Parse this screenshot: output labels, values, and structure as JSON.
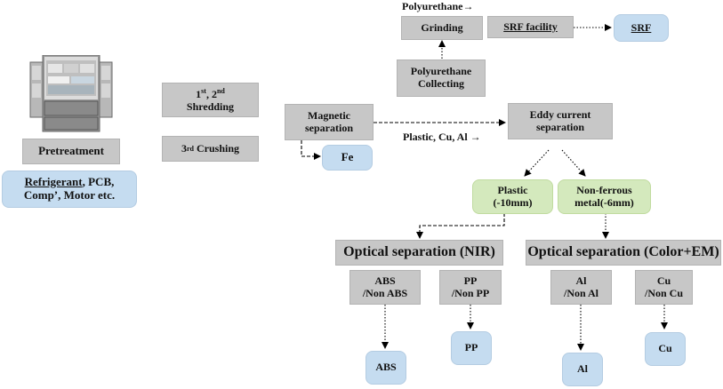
{
  "pretreatment": {
    "title": "Pretreatment",
    "items_line1_underlined": "Refrigerant",
    "items_line1_rest": ", PCB,",
    "items_line2": "Comp’, Motor etc."
  },
  "shredding": {
    "line1_first": "1",
    "line1_first_sup": "st",
    "line1_sep": ", 2",
    "line1_second_sup": "nd",
    "line2": "Shredding"
  },
  "crushing": {
    "num": "3",
    "sup": "rd",
    "label": " Crushing"
  },
  "magnetic": {
    "line1": "Magnetic",
    "line2": "separation"
  },
  "fe": "Fe",
  "polyurethane_arrow_label": "Polyurethane→",
  "grinding": "Grinding",
  "pu_collecting": {
    "line1": "Polyurethane",
    "line2": "Collecting"
  },
  "srf_facility": "SRF facility",
  "srf": "SRF",
  "eddy": {
    "line1": "Eddy current",
    "line2": "separation"
  },
  "plastic_cu_al_label": "Plastic, Cu, Al →",
  "plastic_box": {
    "line1": "Plastic",
    "line2": "(-10mm)"
  },
  "nonferrous_box": {
    "line1": "Non-ferrous",
    "line2": "metal(-6mm)"
  },
  "optical_nir": "Optical separation (NIR)",
  "optical_color": "Optical separation (Color+EM)",
  "abs_sort": {
    "line1": "ABS",
    "line2": "/Non ABS"
  },
  "pp_sort": {
    "line1": "PP",
    "line2": "/Non PP"
  },
  "al_sort": {
    "line1": "Al",
    "line2": "/Non Al"
  },
  "cu_sort": {
    "line1": "Cu",
    "line2": "/Non Cu"
  },
  "outputs": {
    "abs": "ABS",
    "pp": "PP",
    "al": "Al",
    "cu": "Cu"
  },
  "colors": {
    "process_box": "#c7c7c7",
    "product_box": "#c5dcf0",
    "fraction_box": "#d4e9bd",
    "arrow": "#000000"
  }
}
